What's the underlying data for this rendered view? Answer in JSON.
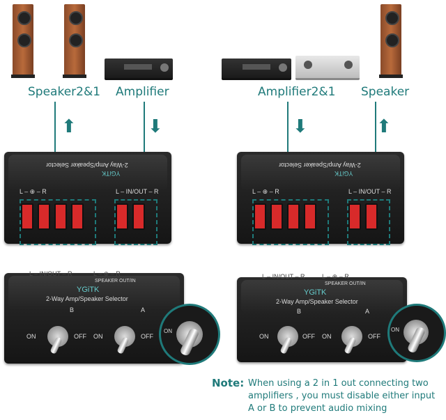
{
  "labels": {
    "speaker21": "Speaker2&1",
    "amplifier": "Amplifier",
    "amplifier21": "Amplifier2&1",
    "speaker": "Speaker"
  },
  "arrows": {
    "up": "⬆",
    "down": "⬇"
  },
  "device": {
    "brand": "YGiTK",
    "model": "2-Way Amp/Speaker Selector",
    "model_flipped": "2-Way Amp/Speaker Selector",
    "input_label": "L – IN/OUT – R",
    "speaker_label": "SPEAKER OUT/IN",
    "lr": "L – ⊕ – R",
    "on": "ON",
    "off": "OFF",
    "a": "A",
    "b": "B"
  },
  "note": {
    "title": "Note:",
    "line1": "When using a 2 in 1 out connecting two",
    "line2": "amplifiers , you must disable either input",
    "line3": "A or B to prevent audio mixing"
  },
  "colors": {
    "accent": "#1f7a7a",
    "terminal": "#d82a2a"
  }
}
